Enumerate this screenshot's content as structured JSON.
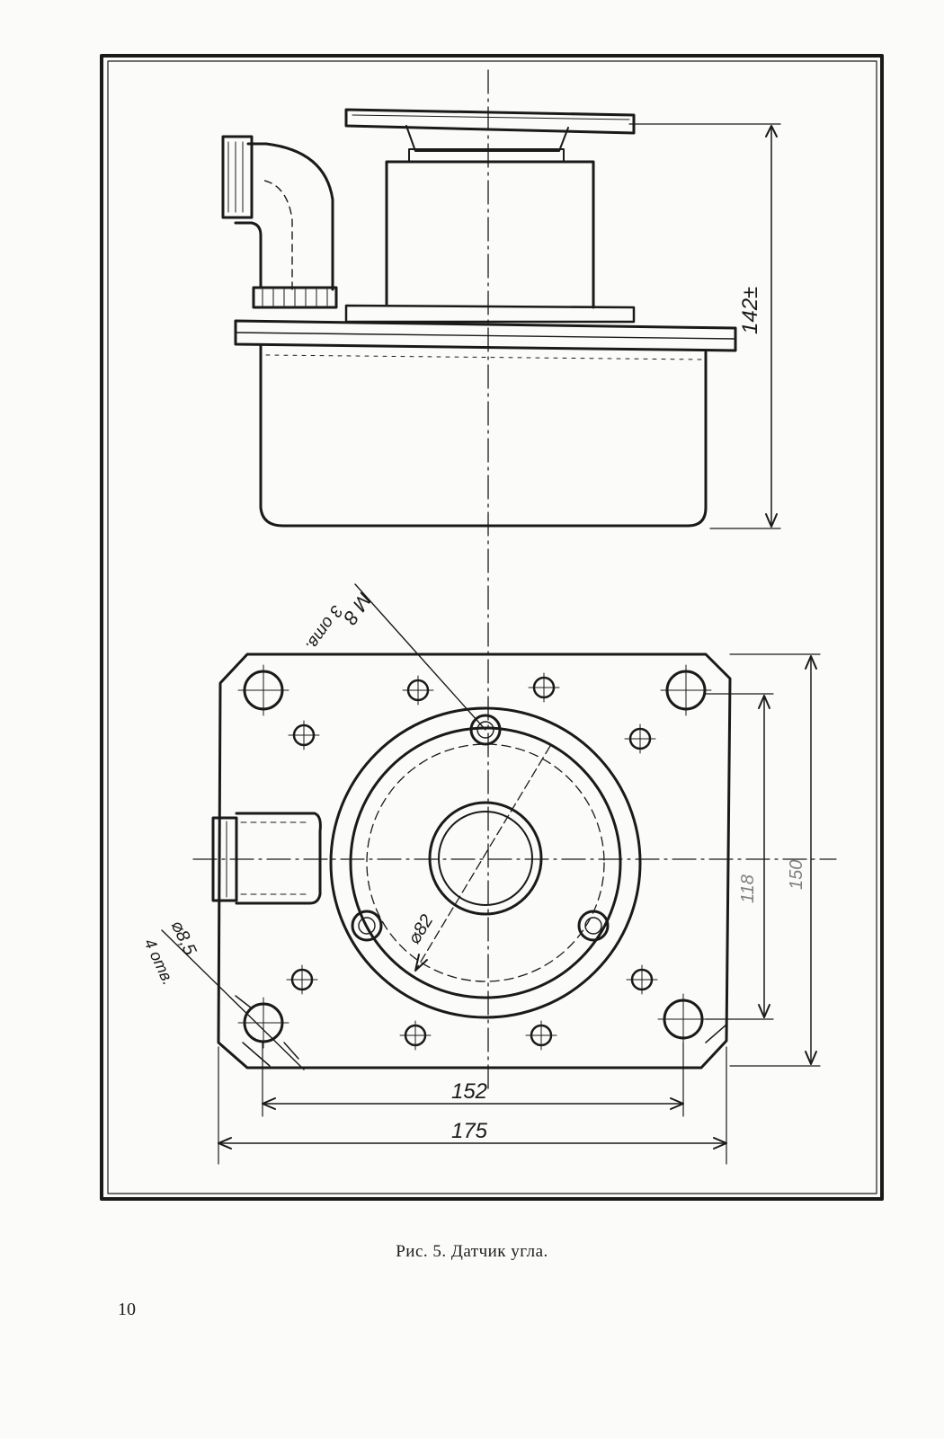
{
  "figure": {
    "caption": "Рис. 5. Датчик угла.",
    "page_number": "10"
  },
  "dimensions": {
    "height_label": "142±",
    "width_outer": "175",
    "width_holes": "152",
    "circle_diameter": "⌀82",
    "thread_spec": "M 8",
    "thread_count": "3 отв.",
    "hole_diameter": "⌀8,5",
    "hole_count": "4 отв.",
    "vertical_inner": "118",
    "vertical_outer": "150"
  },
  "colors": {
    "ink": "#1a1a1a",
    "paper": "#fbfbf9"
  }
}
